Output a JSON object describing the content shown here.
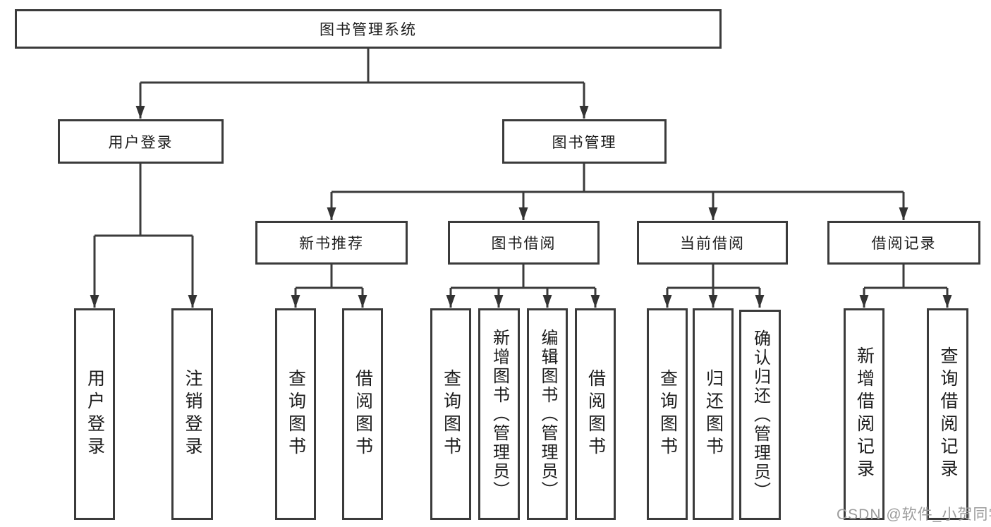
{
  "diagram_title": "图书管理系统",
  "colors": {
    "line": "#3b3b3b",
    "box_border": "#3b3b3b",
    "text": "#1c1c1c",
    "watermark": "#9b9b9b",
    "background": "#ffffff"
  },
  "tree": {
    "root": {
      "label": "图书管理系统"
    },
    "branches": [
      {
        "label": "用户登录",
        "children": [
          {
            "label": "用户登录"
          },
          {
            "label": "注销登录"
          }
        ]
      },
      {
        "label": "图书管理",
        "groups": [
          {
            "label": "新书推荐",
            "children": [
              {
                "label": "查询图书"
              },
              {
                "label": "借阅图书"
              }
            ]
          },
          {
            "label": "图书借阅",
            "children": [
              {
                "label": "查询图书"
              },
              {
                "label": "新增图书（管理员）"
              },
              {
                "label": "编辑图书（管理员）"
              },
              {
                "label": "借阅图书"
              }
            ]
          },
          {
            "label": "当前借阅",
            "children": [
              {
                "label": "查询图书"
              },
              {
                "label": "归还图书"
              },
              {
                "label": "确认归还（管理员）"
              }
            ]
          },
          {
            "label": "借阅记录",
            "children": [
              {
                "label": "新增借阅记录"
              },
              {
                "label": "查询借阅记录"
              }
            ]
          }
        ]
      }
    ]
  },
  "watermark": {
    "text": "CSDN @软件_小贺同学"
  }
}
